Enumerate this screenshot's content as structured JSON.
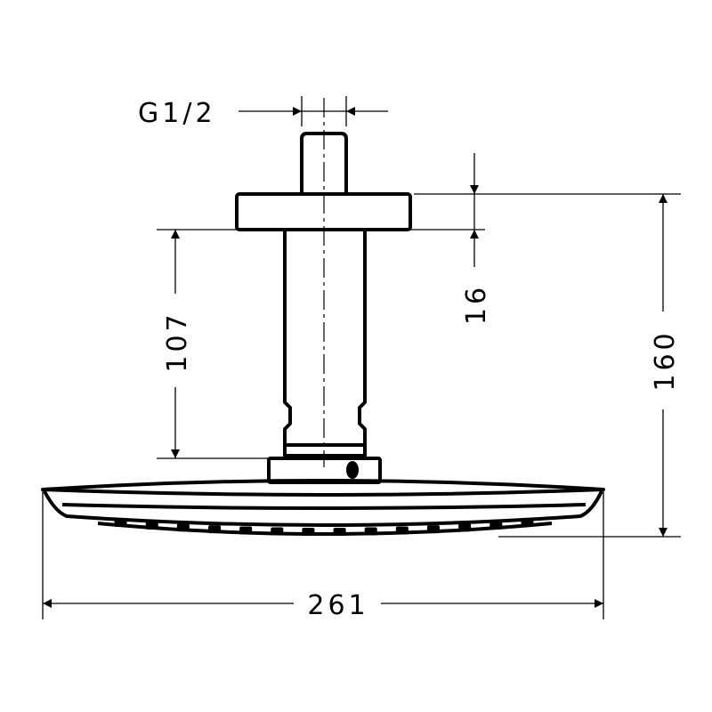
{
  "drawing": {
    "title": "Overhead shower with ceiling connector – dimension drawing",
    "dimensions": {
      "thread": "G1/2",
      "flange_height": "16",
      "arm_length": "107",
      "total_height": "160",
      "head_diameter": "261"
    },
    "colors": {
      "line": "#000000",
      "background": "#ffffff"
    }
  }
}
